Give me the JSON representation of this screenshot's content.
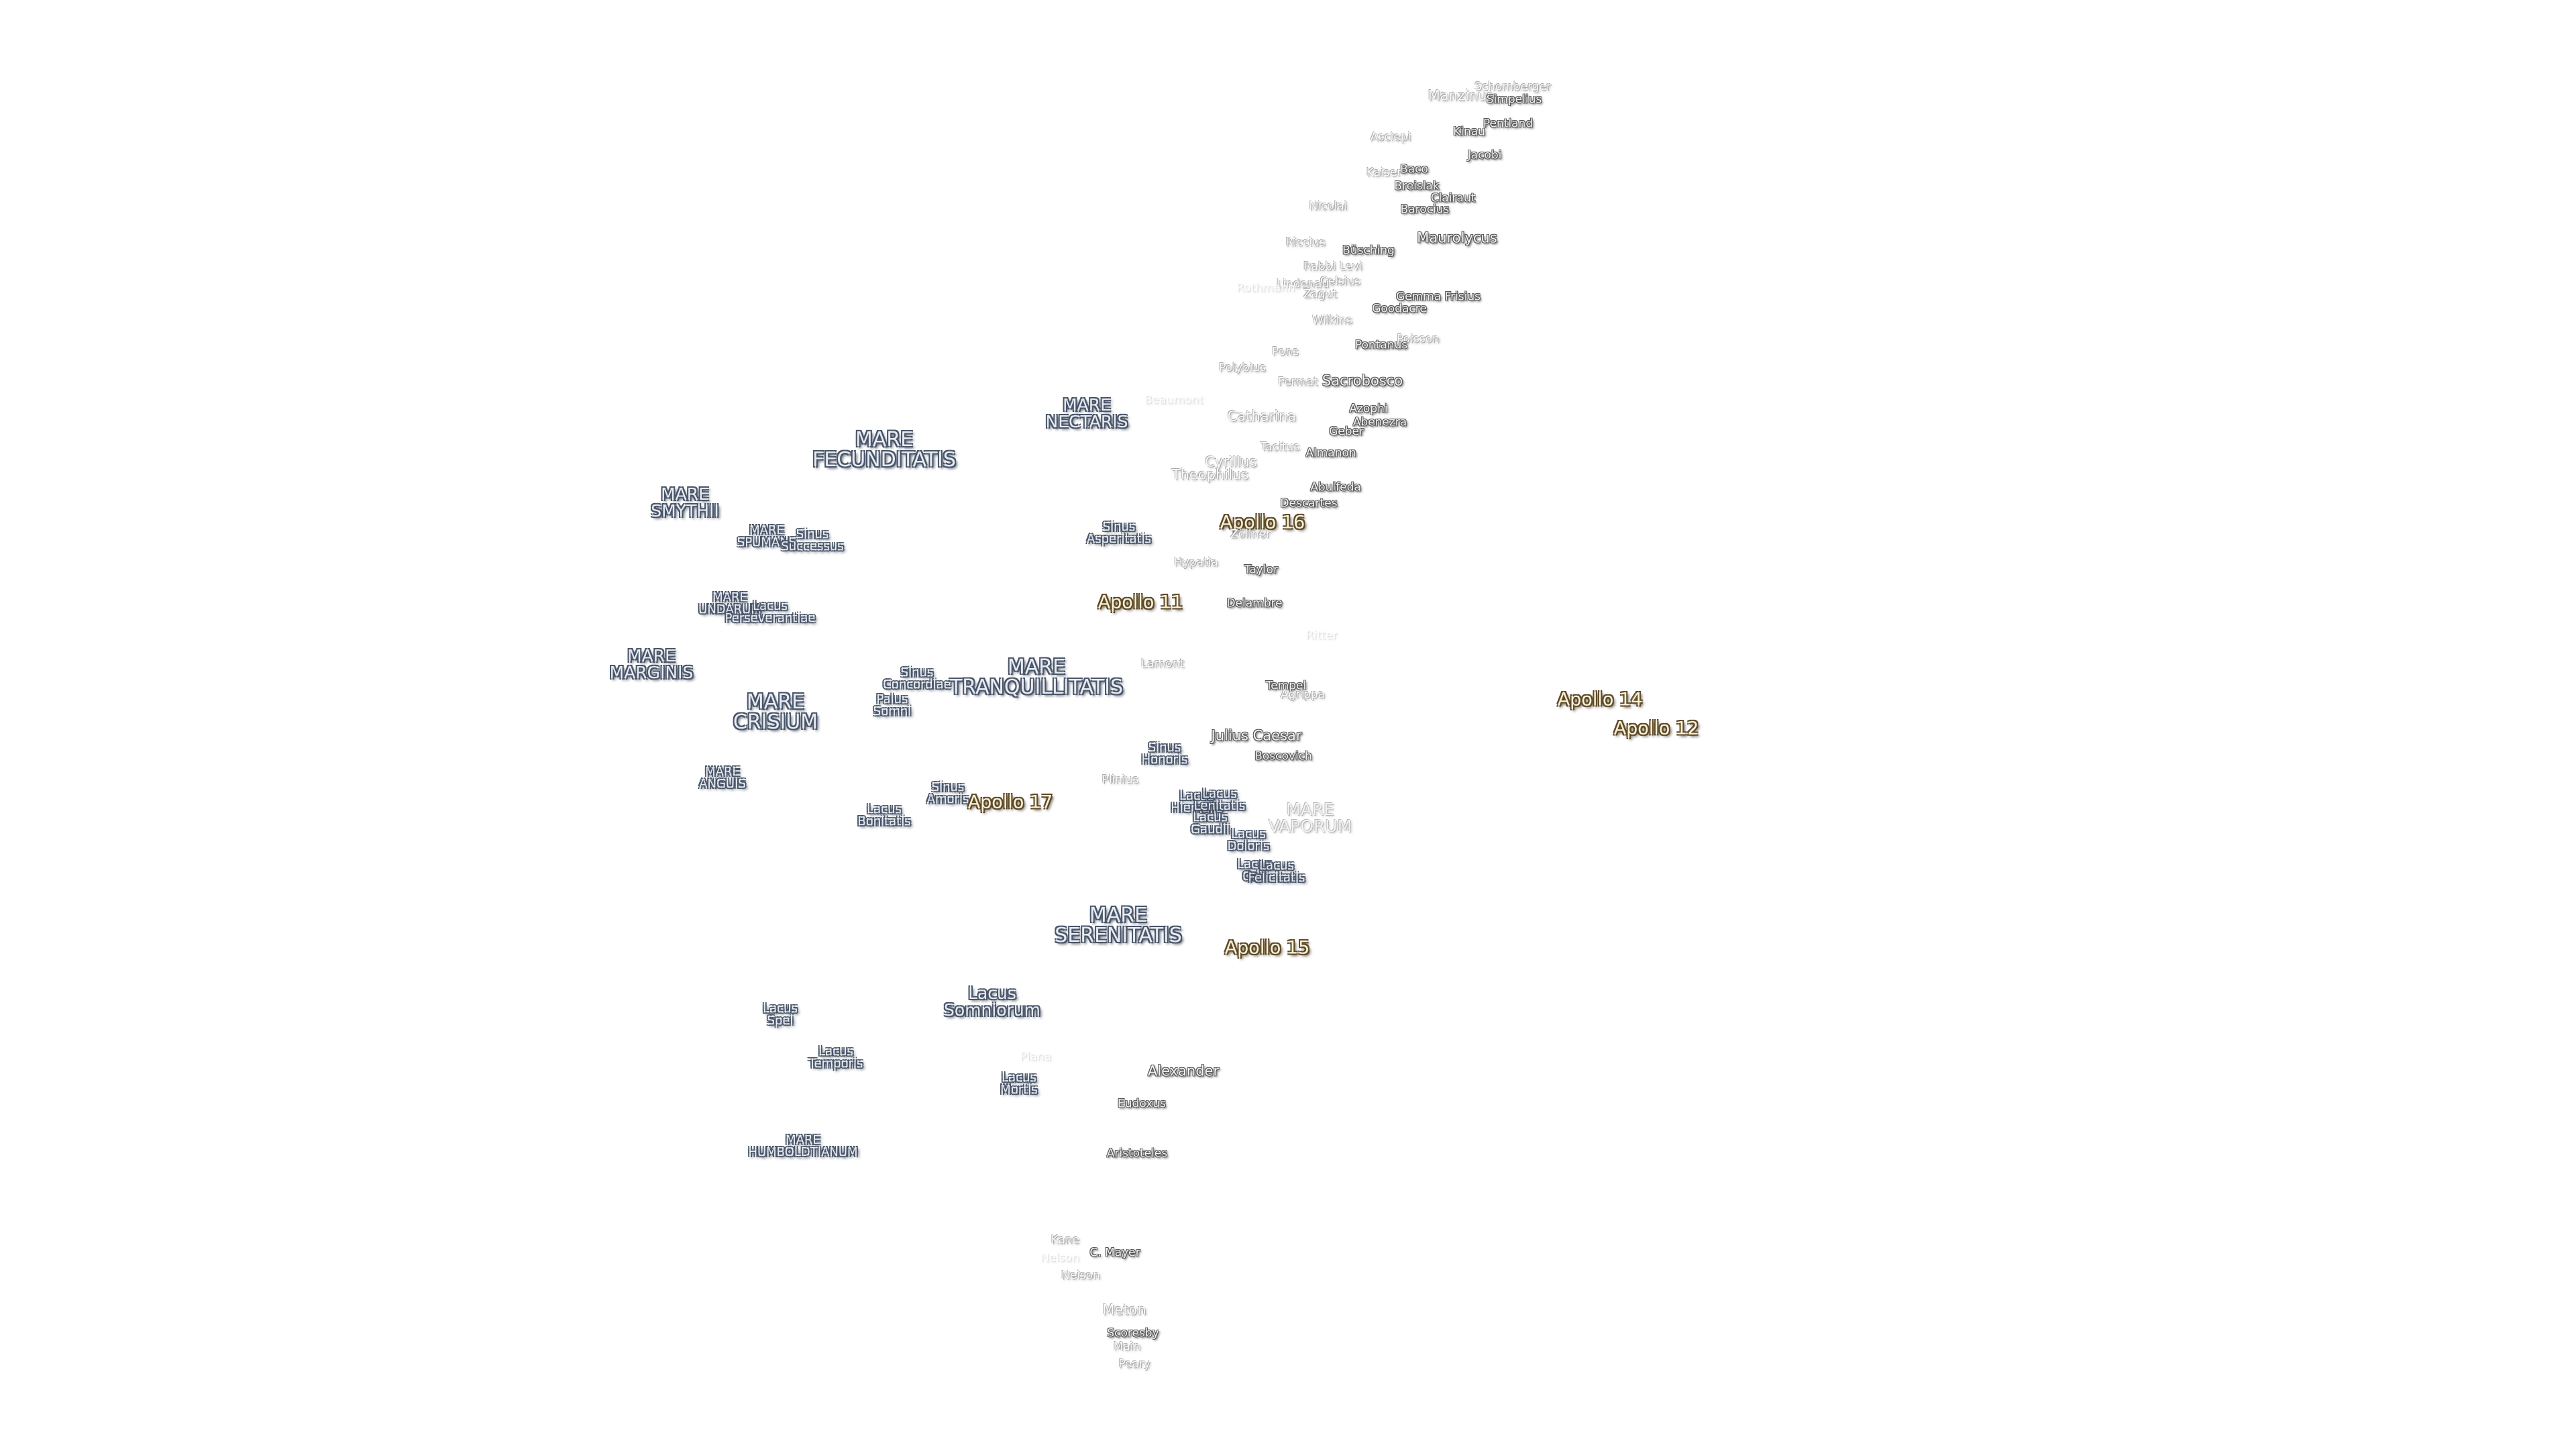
{
  "labels": {
    "mare_fecunditatis": [
      "MARE",
      "FECUNDITATIS"
    ],
    "mare_nectaris": [
      "MARE",
      "NECTARIS"
    ],
    "mare_smythii": [
      "MARE",
      "SMYTHII"
    ],
    "mare_spumans": [
      "MARE",
      "SPUMANS"
    ],
    "sinus_successus": [
      "Sinus",
      "Successus"
    ],
    "mare_undarum": [
      "MARE",
      "UNDARUM"
    ],
    "lacus_perseverantiae": [
      "Lacus",
      "Perseverantiae"
    ],
    "mare_marginis": [
      "MARE",
      "MARGINIS"
    ],
    "mare_crisium": [
      "MARE",
      "CRISIUM"
    ],
    "mare_anguis": [
      "MARE",
      "ANGUIS"
    ],
    "mare_tranquillitatis": [
      "MARE",
      "TRANQUILLITATIS"
    ],
    "sinus_concordiae": [
      "Sinus",
      "Concordiae"
    ],
    "palus_somni": [
      "Palus",
      "Somni"
    ],
    "sinus_asperitatis": [
      "Sinus",
      "Asperitatis"
    ],
    "sinus_amoris": [
      "Sinus",
      "Amoris"
    ],
    "lacus_bonitatis": [
      "Lacus",
      "Bonitatis"
    ],
    "sinus_honoris": [
      "Sinus",
      "Honoris"
    ],
    "lacus_hiemalis": [
      "Lacus",
      "Hiemalis"
    ],
    "lacus_lenitatis": [
      "Lacus",
      "Lenitatis"
    ],
    "lacus_gaudii": [
      "Lacus",
      "Gaudii"
    ],
    "lacus_doloris": [
      "Lacus",
      "Doloris"
    ],
    "lacus_odii": [
      "Lacus",
      "Odii"
    ],
    "lacus_felicitatis": [
      "Lacus",
      "Felicitatis"
    ],
    "mare_vaporum": [
      "MARE",
      "VAPORUM"
    ],
    "mare_serenitatis": [
      "MARE",
      "SERENITATIS"
    ],
    "lacus_somniorum": [
      "Lacus",
      "Somniorum"
    ],
    "lacus_spei": [
      "Lacus",
      "Spei"
    ],
    "lacus_temporis": [
      "Lacus",
      "Temporis"
    ],
    "lacus_mortis": [
      "Lacus",
      "Mortis"
    ],
    "mare_humboldtianum": [
      "MARE",
      "HUMBOLDTIANUM"
    ],
    "apollo_11": "Apollo 11",
    "apollo_12": "Apollo 12",
    "apollo_14": "Apollo 14",
    "apollo_15": "Apollo 15",
    "apollo_16": "Apollo 16",
    "apollo_17": "Apollo 17",
    "schomberger": "Schomberger",
    "manzinus": "Manzinus",
    "simpelius": "Simpelius",
    "pentland": "Pentland",
    "asclepi": "Asclepi",
    "kinau": "Kinau",
    "jacobi": "Jacobi",
    "baco": "Baco",
    "kaiser": "Kaiser",
    "breislak": "Breislak",
    "clairaut": "Clairaut",
    "barocius": "Barocius",
    "nicolai": "Nicolai",
    "maurolycus": "Maurolycus",
    "riccius": "Riccius",
    "buch": "Büsching",
    "rabbi_levi": "Rabbi Levi",
    "celsius": "Celsius",
    "lindenau": "Lindenau",
    "zagut": "Zagut",
    "rothmann": "Rothmann",
    "gemma_frisius": "Gemma Frisius",
    "goodacre": "Goodacre",
    "wilkins": "Wilkins",
    "poisson": "Poisson",
    "pontanus": "Pontanus",
    "pons": "Pons",
    "polybius": "Polybius",
    "fermat": "Fermat",
    "sacrobosco": "Sacrobosco",
    "beaumont": "Beaumont",
    "catharina": "Catharina",
    "azophi": "Azophi",
    "abenezra": "Abenezra",
    "geber": "Geber",
    "tacitus": "Tacitus",
    "almanon": "Almanon",
    "cyrillus": "Cyrillus",
    "theophilus": "Theophilus",
    "abulfeda": "Abulfeda",
    "descartes": "Descartes",
    "zollner": "Zöllner",
    "hypatia": "Hypatia",
    "taylor": "Taylor",
    "delambre": "Delambre",
    "ritter": "Ritter",
    "lamont": "Lamont",
    "tempel": "Tempel",
    "agrippa": "Agrippa",
    "julius_caesar": "Julius Caesar",
    "boscovich": "Boscovich",
    "plinius": "Plinius",
    "plana": "Plana",
    "alexander": "Alexander",
    "eudoxus": "Eudoxus",
    "aristoteles": "Aristoteles",
    "kane": "Kane",
    "c_mayer": "C. Mayer",
    "neison": "Neison",
    "nelson_faint": "Nelson",
    "meton": "Meton",
    "scoresby": "Scoresby",
    "main": "Main",
    "peary": "Peary"
  }
}
